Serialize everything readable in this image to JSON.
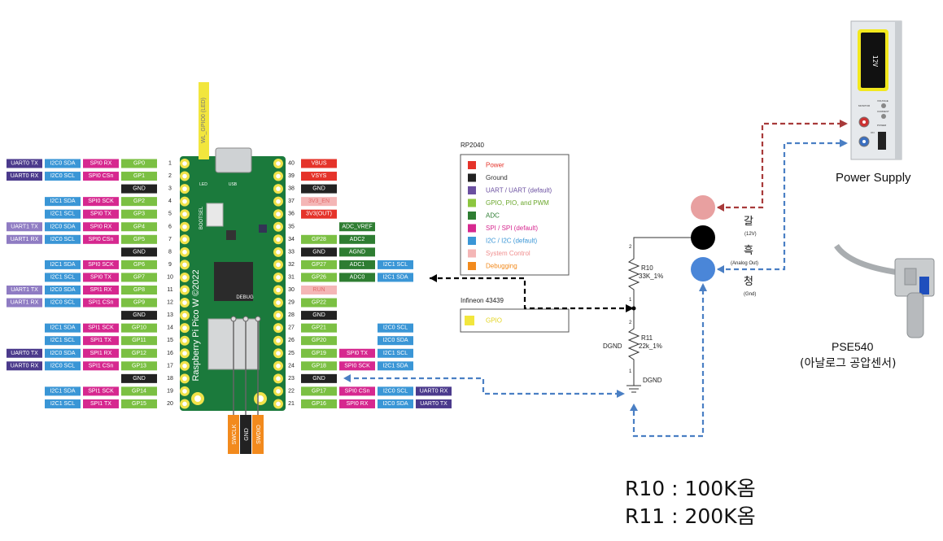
{
  "pico": {
    "board_text": "Raspberry Pi Pico W ©2022",
    "bootsel": "BOOTSEL",
    "debug": "DEBUG",
    "led": "LED",
    "usb": "USB",
    "corner_left": "1",
    "corner_right": "39",
    "top_pin": "WL_GPIO0 (LED)",
    "bottom_pins": [
      "SWCLK",
      "GND",
      "SWDIO"
    ],
    "left_rows": [
      {
        "num": "1",
        "tags": [
          [
            "UART0 TX",
            "uart"
          ],
          [
            "I2C0 SDA",
            "i2c"
          ],
          [
            "SPI0 RX",
            "spi"
          ],
          [
            "GP0",
            "gp"
          ]
        ]
      },
      {
        "num": "2",
        "tags": [
          [
            "UART0 RX",
            "uart"
          ],
          [
            "I2C0 SCL",
            "i2c"
          ],
          [
            "SPI0 CSn",
            "spi"
          ],
          [
            "GP1",
            "gp"
          ]
        ]
      },
      {
        "num": "3",
        "tags": [
          [
            "GND",
            "gnd"
          ]
        ]
      },
      {
        "num": "4",
        "tags": [
          [
            "I2C1 SDA",
            "i2c"
          ],
          [
            "SPI0 SCK",
            "spi"
          ],
          [
            "GP2",
            "gp"
          ]
        ]
      },
      {
        "num": "5",
        "tags": [
          [
            "I2C1 SCL",
            "i2c"
          ],
          [
            "SPI0 TX",
            "spi"
          ],
          [
            "GP3",
            "gp"
          ]
        ]
      },
      {
        "num": "6",
        "tags": [
          [
            "UART1 TX",
            "uartl"
          ],
          [
            "I2C0 SDA",
            "i2c"
          ],
          [
            "SPI0 RX",
            "spi"
          ],
          [
            "GP4",
            "gp"
          ]
        ]
      },
      {
        "num": "7",
        "tags": [
          [
            "UART1 RX",
            "uartl"
          ],
          [
            "I2C0 SCL",
            "i2c"
          ],
          [
            "SPI0 CSn",
            "spi"
          ],
          [
            "GP5",
            "gp"
          ]
        ]
      },
      {
        "num": "8",
        "tags": [
          [
            "GND",
            "gnd"
          ]
        ]
      },
      {
        "num": "9",
        "tags": [
          [
            "I2C1 SDA",
            "i2c"
          ],
          [
            "SPI0 SCK",
            "spi"
          ],
          [
            "GP6",
            "gp"
          ]
        ]
      },
      {
        "num": "10",
        "tags": [
          [
            "I2C1 SCL",
            "i2c"
          ],
          [
            "SPI0 TX",
            "spi"
          ],
          [
            "GP7",
            "gp"
          ]
        ]
      },
      {
        "num": "11",
        "tags": [
          [
            "UART1 TX",
            "uartl"
          ],
          [
            "I2C0 SDA",
            "i2c"
          ],
          [
            "SPI1 RX",
            "spi"
          ],
          [
            "GP8",
            "gp"
          ]
        ]
      },
      {
        "num": "12",
        "tags": [
          [
            "UART1 RX",
            "uartl"
          ],
          [
            "I2C0 SCL",
            "i2c"
          ],
          [
            "SPI1 CSn",
            "spi"
          ],
          [
            "GP9",
            "gp"
          ]
        ]
      },
      {
        "num": "13",
        "tags": [
          [
            "GND",
            "gnd"
          ]
        ]
      },
      {
        "num": "14",
        "tags": [
          [
            "I2C1 SDA",
            "i2c"
          ],
          [
            "SPI1 SCK",
            "spi"
          ],
          [
            "GP10",
            "gp"
          ]
        ]
      },
      {
        "num": "15",
        "tags": [
          [
            "I2C1 SCL",
            "i2c"
          ],
          [
            "SPI1 TX",
            "spi"
          ],
          [
            "GP11",
            "gp"
          ]
        ]
      },
      {
        "num": "16",
        "tags": [
          [
            "UART0 TX",
            "uart"
          ],
          [
            "I2C0 SDA",
            "i2c"
          ],
          [
            "SPI1 RX",
            "spi"
          ],
          [
            "GP12",
            "gp"
          ]
        ]
      },
      {
        "num": "17",
        "tags": [
          [
            "UART0 RX",
            "uart"
          ],
          [
            "I2C0 SCL",
            "i2c"
          ],
          [
            "SPI1 CSn",
            "spi"
          ],
          [
            "GP13",
            "gp"
          ]
        ]
      },
      {
        "num": "18",
        "tags": [
          [
            "GND",
            "gnd"
          ]
        ]
      },
      {
        "num": "19",
        "tags": [
          [
            "I2C1 SDA",
            "i2c"
          ],
          [
            "SPI1 SCK",
            "spi"
          ],
          [
            "GP14",
            "gp"
          ]
        ]
      },
      {
        "num": "20",
        "tags": [
          [
            "I2C1 SCL",
            "i2c"
          ],
          [
            "SPI1 TX",
            "spi"
          ],
          [
            "GP15",
            "gp"
          ]
        ]
      }
    ],
    "right_rows": [
      {
        "num": "40",
        "tags": [
          [
            "VBUS",
            "pwr"
          ]
        ]
      },
      {
        "num": "39",
        "tags": [
          [
            "VSYS",
            "pwr"
          ]
        ]
      },
      {
        "num": "38",
        "tags": [
          [
            "GND",
            "gnd"
          ]
        ]
      },
      {
        "num": "37",
        "tags": [
          [
            "3V3_EN",
            "dbg"
          ]
        ]
      },
      {
        "num": "36",
        "tags": [
          [
            "3V3(OUT)",
            "pwr"
          ]
        ]
      },
      {
        "num": "35",
        "tags": [
          [
            "",
            "none"
          ],
          [
            "ADC_VREF",
            "adc"
          ]
        ]
      },
      {
        "num": "34",
        "tags": [
          [
            "GP28",
            "gp"
          ],
          [
            "ADC2",
            "adc"
          ]
        ]
      },
      {
        "num": "33",
        "tags": [
          [
            "GND",
            "gnd"
          ],
          [
            "AGND",
            "adc"
          ]
        ]
      },
      {
        "num": "32",
        "tags": [
          [
            "GP27",
            "gp"
          ],
          [
            "ADC1",
            "adc"
          ],
          [
            "I2C1 SCL",
            "i2c"
          ]
        ]
      },
      {
        "num": "31",
        "tags": [
          [
            "GP26",
            "gp"
          ],
          [
            "ADC0",
            "adc"
          ],
          [
            "I2C1 SDA",
            "i2c"
          ]
        ]
      },
      {
        "num": "30",
        "tags": [
          [
            "RUN",
            "dbg"
          ]
        ]
      },
      {
        "num": "29",
        "tags": [
          [
            "GP22",
            "gp"
          ]
        ]
      },
      {
        "num": "28",
        "tags": [
          [
            "GND",
            "gnd"
          ]
        ]
      },
      {
        "num": "27",
        "tags": [
          [
            "GP21",
            "gp"
          ],
          [
            "",
            "none"
          ],
          [
            "I2C0 SCL",
            "i2c"
          ]
        ]
      },
      {
        "num": "26",
        "tags": [
          [
            "GP20",
            "gp"
          ],
          [
            "",
            "none"
          ],
          [
            "I2C0 SDA",
            "i2c"
          ]
        ]
      },
      {
        "num": "25",
        "tags": [
          [
            "GP19",
            "gp"
          ],
          [
            "SPI0 TX",
            "spi"
          ],
          [
            "I2C1 SCL",
            "i2c"
          ]
        ]
      },
      {
        "num": "24",
        "tags": [
          [
            "GP18",
            "gp"
          ],
          [
            "SPI0 SCK",
            "spi"
          ],
          [
            "I2C1 SDA",
            "i2c"
          ]
        ]
      },
      {
        "num": "23",
        "tags": [
          [
            "GND",
            "gnd"
          ]
        ]
      },
      {
        "num": "22",
        "tags": [
          [
            "GP17",
            "gp"
          ],
          [
            "SPI0 CSn",
            "spi"
          ],
          [
            "I2C0 SCL",
            "i2c"
          ],
          [
            "UART0 RX",
            "uart"
          ]
        ]
      },
      {
        "num": "21",
        "tags": [
          [
            "GP16",
            "gp"
          ],
          [
            "SPI0 RX",
            "spi"
          ],
          [
            "I2C0 SDA",
            "i2c"
          ],
          [
            "UART0 TX",
            "uart"
          ]
        ]
      }
    ]
  },
  "legend": {
    "title": "RP2040",
    "items": [
      {
        "label": "Power",
        "color": "#e5332a",
        "text_color": "#e5332a"
      },
      {
        "label": "Ground",
        "color": "#222222",
        "text_color": "#333333"
      },
      {
        "label": "UART / UART (default)",
        "color": "#6a4fa0",
        "text_color": "#6a4fa0"
      },
      {
        "label": "GPIO, PIO, and PWM",
        "color": "#8cc63f",
        "text_color": "#6aa72b"
      },
      {
        "label": "ADC",
        "color": "#2e7d32",
        "text_color": "#2e7d32"
      },
      {
        "label": "SPI / SPI (default)",
        "color": "#d6288f",
        "text_color": "#d6288f"
      },
      {
        "label": "I2C / I2C (default)",
        "color": "#3a96d6",
        "text_color": "#3a96d6"
      },
      {
        "label": "System Control",
        "color": "#f4b6b6",
        "text_color": "#f08e8e"
      },
      {
        "label": "Debugging",
        "color": "#f28a1d",
        "text_color": "#f28a1d"
      }
    ],
    "title2": "Infineon 43439",
    "item2": {
      "label": "GPIO",
      "color": "#f2e63d",
      "text_color": "#e3d41f"
    }
  },
  "circuit": {
    "r10_name": "R10",
    "r10_value": "33K_1%",
    "r11_name": "R11",
    "r11_value": "22k_1%",
    "pin_mark": "2",
    "pin_mark_low": "1",
    "dgnd_left": "DGND",
    "dgnd_bottom": "DGND"
  },
  "sensor_wires": [
    {
      "korean": "갈",
      "sub": "(12V)",
      "color": "#e8a0a0"
    },
    {
      "korean": "흑",
      "sub": "(Analog Out)",
      "color": "#000000"
    },
    {
      "korean": "청",
      "sub": "(Gnd)",
      "color": "#4a86d8"
    }
  ],
  "power_supply": {
    "label": "Power Supply",
    "display": "12V",
    "labels": [
      "VOLTAGE",
      "MONITOR",
      "CURRENT",
      "POWER",
      "ON"
    ]
  },
  "sensor": {
    "name": "PSE540",
    "desc": "(아날로그 공압센서)"
  },
  "resistors": [
    "R10 : 100K옴",
    "R11 : 200K옴"
  ],
  "colors": {
    "red_dash": "#a83a3a",
    "blue_dash": "#4a7fc4",
    "black_dash": "#000000"
  }
}
